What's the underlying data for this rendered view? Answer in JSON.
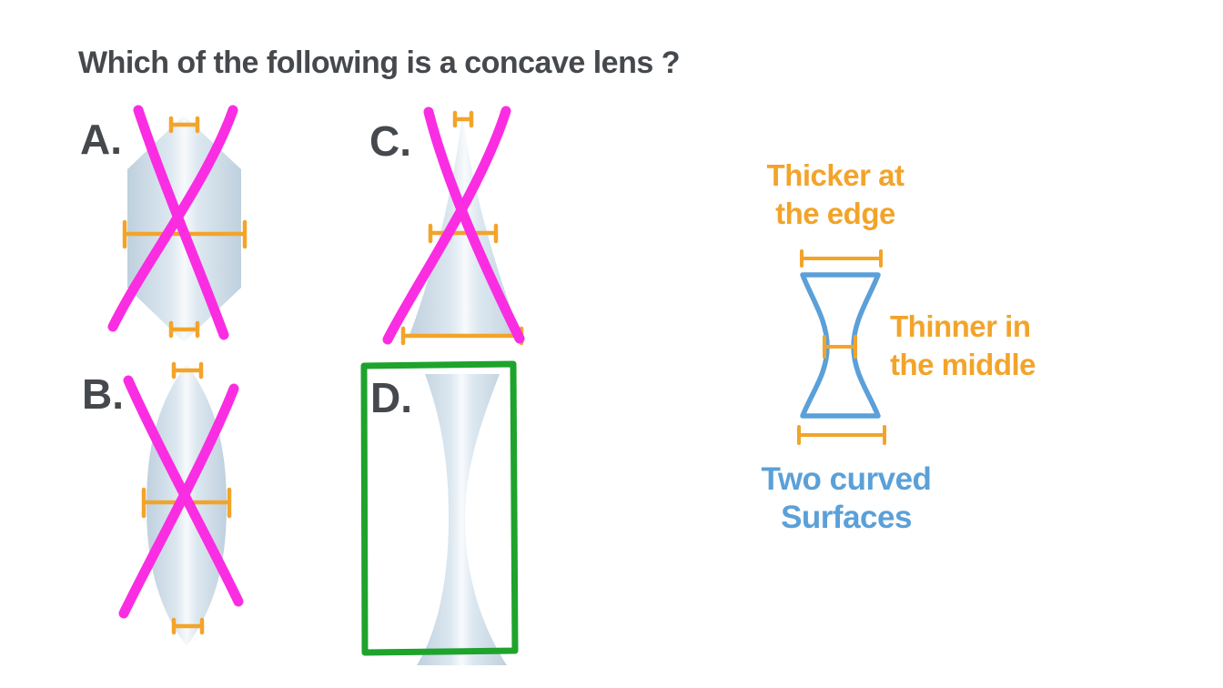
{
  "title": "Which of the following is a concave lens ?",
  "options": [
    {
      "label": "A.",
      "shape": "hexagonal-lens",
      "crossed_out": true,
      "highlighted": false
    },
    {
      "label": "B.",
      "shape": "biconvex-lens",
      "crossed_out": true,
      "highlighted": false
    },
    {
      "label": "C.",
      "shape": "conical-lens",
      "crossed_out": true,
      "highlighted": false
    },
    {
      "label": "D.",
      "shape": "concave-lens",
      "crossed_out": false,
      "highlighted": true
    }
  ],
  "annotations": {
    "thicker_at_edge": {
      "line1": "Thicker at",
      "line2": "the edge"
    },
    "thinner_in_middle": {
      "line1": "Thinner in",
      "line2": "the middle"
    },
    "two_curved_surfaces": {
      "line1": "Two curved",
      "line2": "Surfaces"
    }
  },
  "colors": {
    "text_dark": "#45484c",
    "orange": "#f2a42a",
    "magenta": "#fa2de2",
    "green": "#1ea32c",
    "blue": "#5ba0d8",
    "lens_edge": "#bfd0de",
    "lens_center": "#f7fafc"
  }
}
